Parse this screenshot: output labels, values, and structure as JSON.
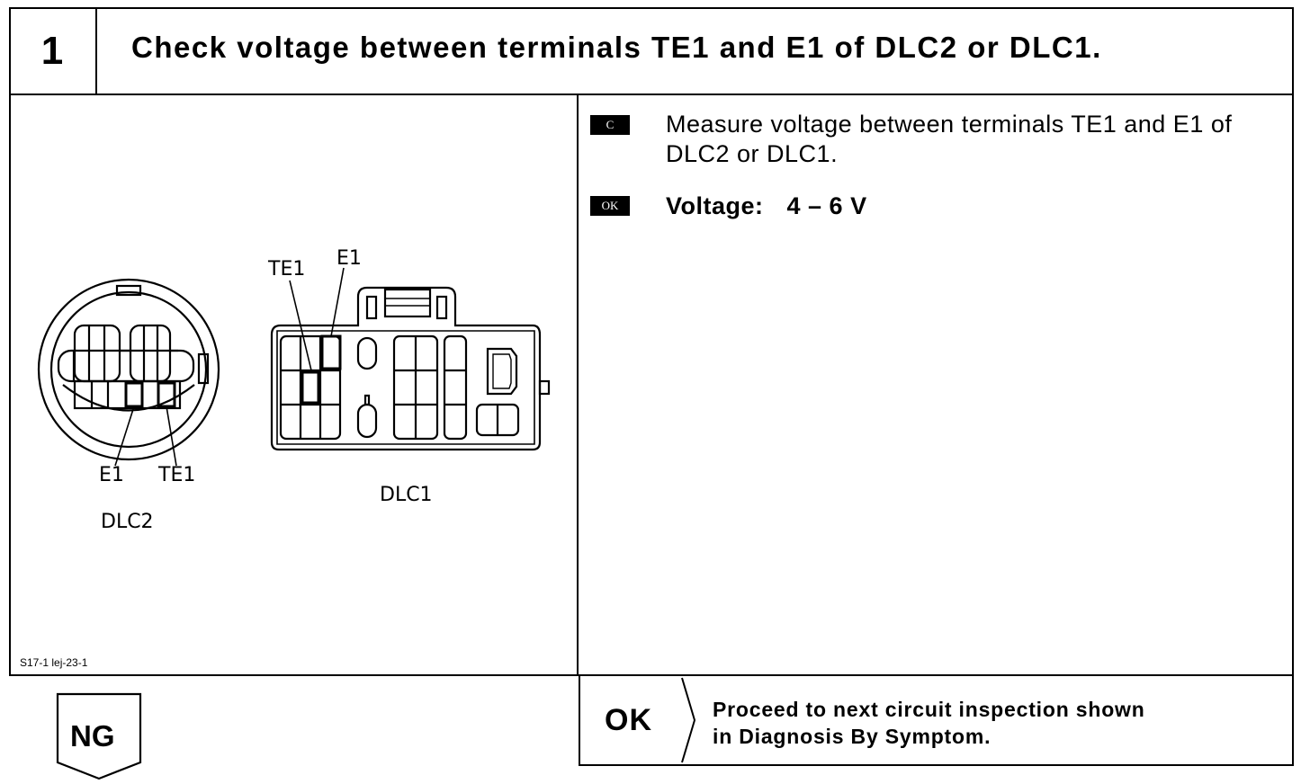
{
  "step": {
    "number": "1",
    "title": "Check voltage between terminals TE1 and E1 of DLC2 or DLC1."
  },
  "figure": {
    "dlc2": {
      "name": "DLC2",
      "label_e1": "E1",
      "label_te1": "TE1"
    },
    "dlc1": {
      "name": "DLC1",
      "label_te1": "TE1",
      "label_e1": "E1"
    },
    "code": "S17-1 lej-23-1"
  },
  "instructions": {
    "measure_badge": "C",
    "measure_text": "Measure voltage between terminals TE1 and E1 of DLC2 or DLC1.",
    "ok_badge": "OK",
    "voltage_label": "Voltage:",
    "voltage_value": "4 – 6 V"
  },
  "results": {
    "ok_label": "OK",
    "ok_text_line1": "Proceed to next circuit inspection shown",
    "ok_text_line2": "in Diagnosis By Symptom.",
    "ng_label": "NG"
  }
}
